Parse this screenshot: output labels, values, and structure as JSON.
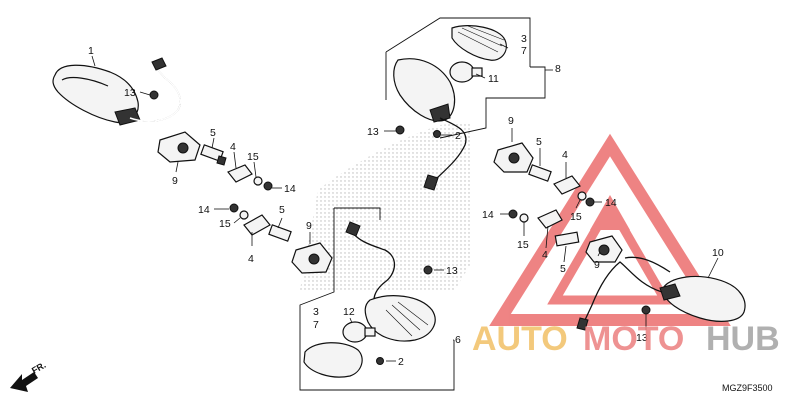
{
  "diagram": {
    "callouts": {
      "c1": "1",
      "c13a": "13",
      "c5a": "5",
      "c4a": "4",
      "c15a": "15",
      "c14a": "14",
      "c9a": "9",
      "c14b": "14",
      "c15b": "15",
      "c5b": "5",
      "c4b": "4",
      "c9b": "9",
      "c3a": "3",
      "c7a": "7",
      "c11": "11",
      "c8": "8",
      "c13b": "13",
      "c2a": "2",
      "c9c": "9",
      "c5c": "5",
      "c4c": "4",
      "c15c": "15",
      "c14c": "14",
      "c14d": "14",
      "c15d": "15",
      "c4d": "4",
      "c5d": "5",
      "c9d": "9",
      "c10": "10",
      "c13c": "13",
      "c13d": "13",
      "c12": "12",
      "c3b": "3",
      "c7b": "7",
      "c6": "6",
      "c2b": "2"
    },
    "front_label": "FR.",
    "diagram_code": "MGZ9F3500"
  },
  "watermark": {
    "word_auto": "AUTO",
    "word_moto": "MOTO",
    "word_hub": "HUB",
    "colors": {
      "auto": "#f2c066",
      "moto": "#ec8080",
      "hub": "#a8a8a8",
      "triangle": "#e85050"
    }
  }
}
